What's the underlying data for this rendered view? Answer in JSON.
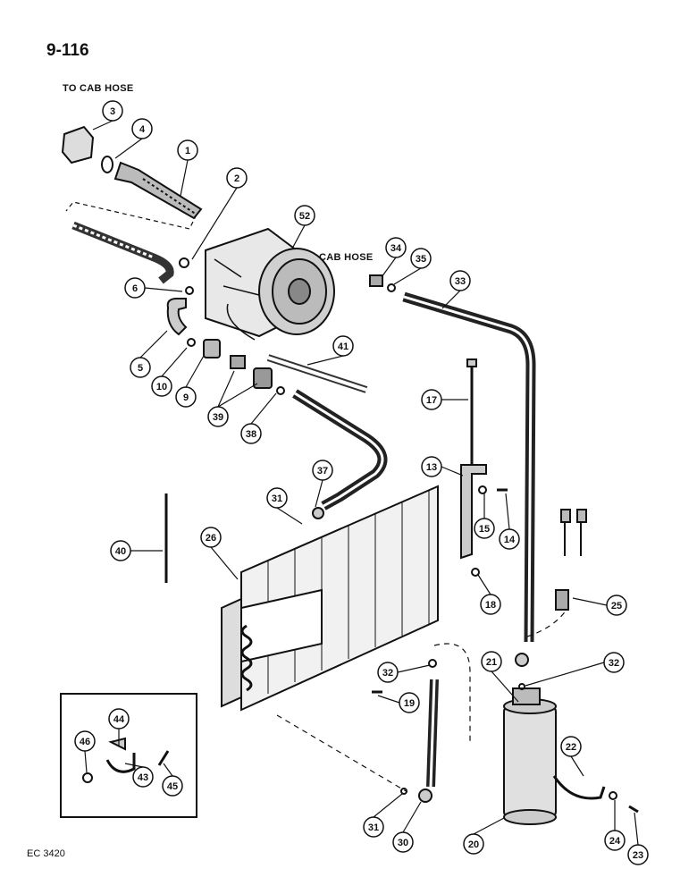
{
  "page_number": "9-116",
  "labels": {
    "to_cab_hose_left": "TO CAB HOSE",
    "to_cab_hose_right": "TO CAB HOSE"
  },
  "footer_code": "EC 3420",
  "callouts": [
    "1",
    "2",
    "3",
    "4",
    "5",
    "6",
    "9",
    "10",
    "13",
    "14",
    "15",
    "17",
    "18",
    "19",
    "20",
    "21",
    "22",
    "23",
    "24",
    "25",
    "26",
    "30",
    "31",
    "31",
    "32",
    "32",
    "33",
    "34",
    "35",
    "37",
    "38",
    "39",
    "40",
    "41",
    "43",
    "44",
    "45",
    "46",
    "52"
  ]
}
